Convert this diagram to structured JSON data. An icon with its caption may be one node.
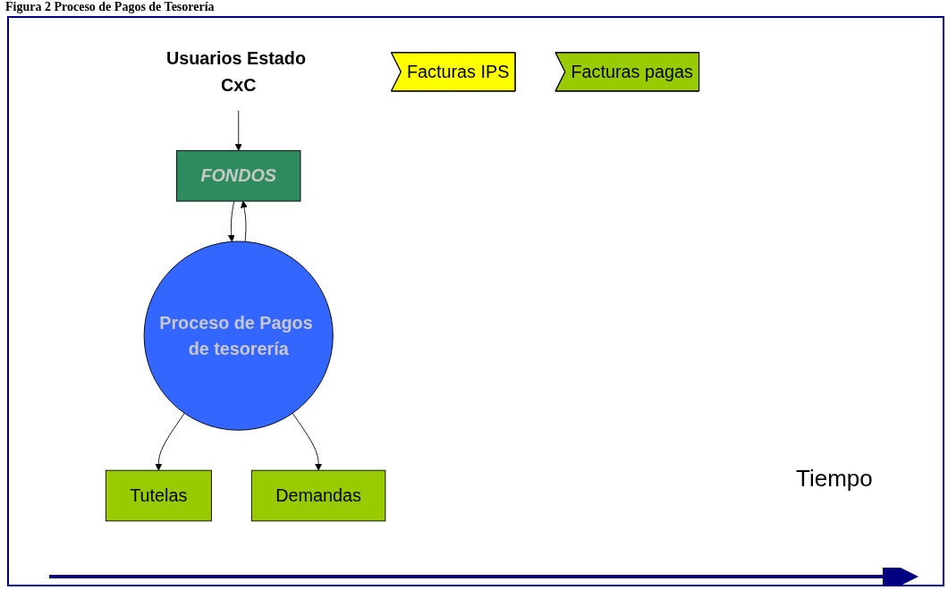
{
  "diagram": {
    "title": "Figura 2 Proceso de Pagos de Tesorería",
    "nodes": [
      {
        "text": [
          "Usuarios Estado CxC"
        ]
      },
      {
        "text": [
          "FONDOS"
        ]
      },
      {
        "text": [
          "Facturas IPS"
        ]
      },
      {
        "text": [
          "Proceso de Pagos de tesorería"
        ]
      },
      {
        "text": [
          "Facturas pagas"
        ]
      },
      {
        "text": [
          "Tutelas"
        ]
      },
      {
        "text": [
          "Demandas"
        ]
      }
    ],
    "edges": [
      {
        "from": 0,
        "to": 1,
        "arrow": "to"
      },
      {
        "from": 1,
        "to": 3,
        "arrow": "to"
      },
      {
        "from": 3,
        "to": 1,
        "arrow": "to"
      },
      {
        "from": 3,
        "to": 5,
        "arrow": "to"
      },
      {
        "from": 3,
        "to": 6,
        "arrow": "to"
      }
    ],
    "labels": [
      "Tiempo"
    ]
  }
}
